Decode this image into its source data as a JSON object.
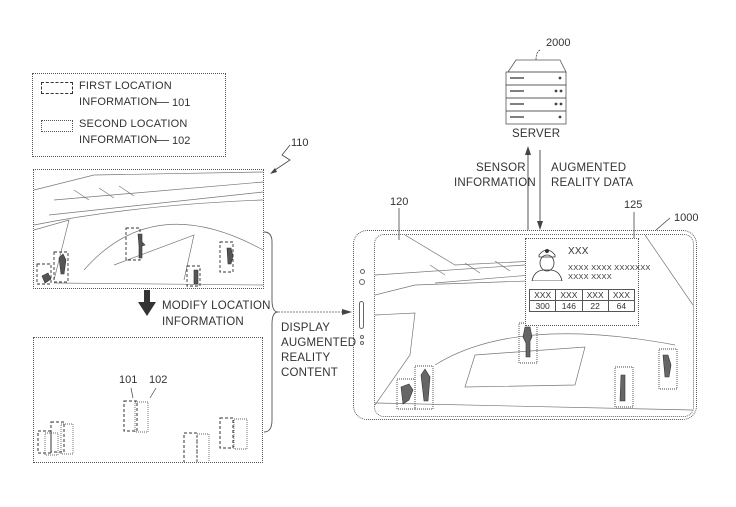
{
  "legend": {
    "items": [
      {
        "line1": "FIRST LOCATION",
        "line2": "INFORMATION",
        "ref": "101",
        "style": "dashed"
      },
      {
        "line1": "SECOND LOCATION",
        "line2": "INFORMATION",
        "ref": "102",
        "style": "dotted"
      }
    ]
  },
  "refs": {
    "top_image": "110",
    "server": "2000",
    "device": "1000",
    "screen": "120",
    "ar_card": "125",
    "bottom_label_first": "101",
    "bottom_label_second": "102"
  },
  "labels": {
    "modify_line1": "MODIFY LOCATION",
    "modify_line2": "INFORMATION",
    "display_lines": [
      "DISPLAY",
      "AUGMENTED",
      "REALITY",
      "CONTENT"
    ],
    "server": "SERVER",
    "sensor_line1": "SENSOR",
    "sensor_line2": "INFORMATION",
    "ar_line1": "AUGMENTED",
    "ar_line2": "REALITY DATA"
  },
  "ar_card": {
    "name": "XXX",
    "detail_line1": "XXXX XXXX XXXXXXX",
    "detail_line2": "XXXX XXXX",
    "stats": {
      "headers": [
        "XXX",
        "XXX",
        "XXX",
        "XXX"
      ],
      "values": [
        "300",
        "146",
        "22",
        "64"
      ]
    }
  }
}
